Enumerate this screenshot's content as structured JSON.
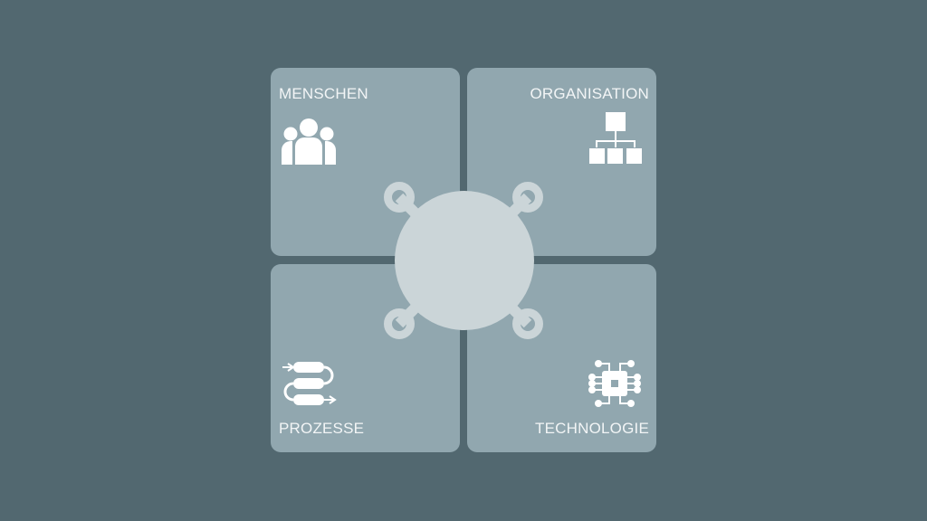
{
  "quadrants": [
    {
      "label": "MENSCHEN",
      "icon": "people-icon"
    },
    {
      "label": "ORGANISATION",
      "icon": "org-chart-icon"
    },
    {
      "label": "PROZESSE",
      "icon": "process-flow-icon"
    },
    {
      "label": "TECHNOLOGIE",
      "icon": "chip-icon"
    }
  ],
  "colors": {
    "background": "#526870",
    "tile": "#91a7af",
    "hub": "#cbd5d8",
    "text": "#f2f5f6"
  }
}
